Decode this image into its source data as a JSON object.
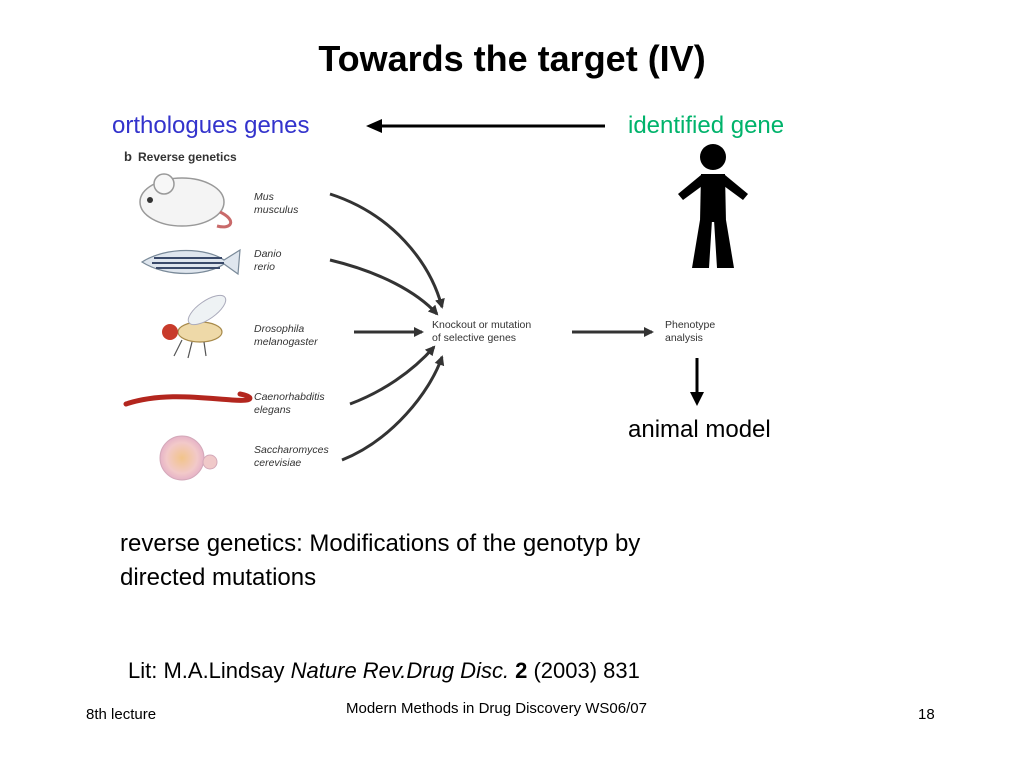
{
  "slide": {
    "title": "Towards the target (IV)",
    "orthologues_label": "orthologues genes",
    "identified_label": "identified gene",
    "animal_model_label": "animal model",
    "reverse_genetics_line1": "reverse genetics: Modifications of the genotyp by",
    "reverse_genetics_line2": "directed mutations",
    "lit": {
      "prefix": "Lit: M.A.Lindsay ",
      "journal": "Nature Rev.Drug Disc.",
      "volume": "2",
      "rest": " (2003) 831"
    }
  },
  "figure": {
    "panel_letter": "b",
    "panel_title": "Reverse genetics",
    "organisms": [
      {
        "line1": "Mus",
        "line2": "musculus"
      },
      {
        "line1": "Danio",
        "line2": "rerio"
      },
      {
        "line1": "Drosophila",
        "line2": "melanogaster"
      },
      {
        "line1": "Caenorhabditis",
        "line2": "elegans"
      },
      {
        "line1": "Saccharomyces",
        "line2": "cerevisiae"
      }
    ],
    "knockout_line1": "Knockout or mutation",
    "knockout_line2": "of selective genes",
    "phenotype_line1": "Phenotype",
    "phenotype_line2": "analysis"
  },
  "footer": {
    "left": "8th lecture",
    "center": "Modern Methods in Drug Discovery WS06/07",
    "page": "18"
  },
  "colors": {
    "orthologues": "#3333cc",
    "identified": "#00b36b"
  }
}
